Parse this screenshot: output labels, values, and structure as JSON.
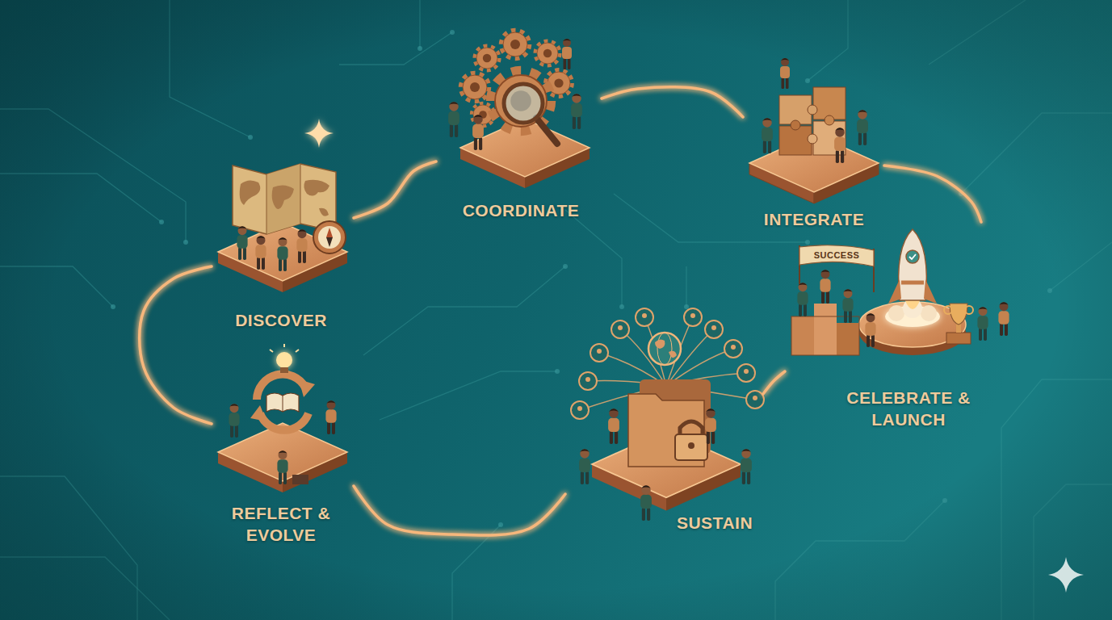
{
  "diagram": {
    "nodes": [
      {
        "text": [
          "DISCOVER"
        ]
      },
      {
        "text": [
          "COORDINATE"
        ]
      },
      {
        "text": [
          "INTEGRATE"
        ]
      },
      {
        "text": [
          "CELEBRATE & LAUNCH"
        ]
      },
      {
        "text": [
          "SUSTAIN"
        ]
      },
      {
        "text": [
          "REFLECT & EVOLVE"
        ]
      }
    ],
    "edges": [
      {
        "from": 0,
        "to": 1,
        "arrow": "none"
      },
      {
        "from": 1,
        "to": 2,
        "arrow": "none"
      },
      {
        "from": 2,
        "to": 3,
        "arrow": "none"
      },
      {
        "from": 3,
        "to": 4,
        "arrow": "none"
      },
      {
        "from": 4,
        "to": 5,
        "arrow": "none"
      },
      {
        "from": 5,
        "to": 0,
        "arrow": "none"
      }
    ],
    "labels": [
      "SUCCESS"
    ]
  }
}
